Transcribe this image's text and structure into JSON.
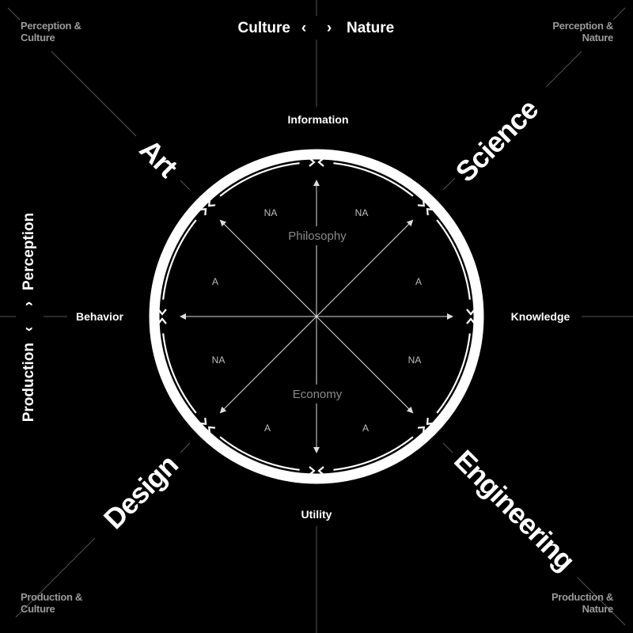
{
  "corners": {
    "top_left": [
      "Perception &",
      "Culture"
    ],
    "top_right": [
      "Perception &",
      "Nature"
    ],
    "bottom_left": [
      "Production &",
      "Culture"
    ],
    "bottom_right": [
      "Production &",
      "Nature"
    ]
  },
  "axes": {
    "top_left_label": "Culture",
    "top_right_label": "Nature",
    "left_top_label": "Perception",
    "left_bottom_label": "Production",
    "chevron_left": "‹",
    "chevron_right": "›"
  },
  "disciplines": {
    "art": "Art",
    "science": "Science",
    "design": "Design",
    "engineering": "Engineering"
  },
  "poles": {
    "top": "Information",
    "right": "Knowledge",
    "bottom": "Utility",
    "left": "Behavior"
  },
  "center": {
    "upper": "Philosophy",
    "lower": "Economy"
  },
  "sectors": [
    "NA",
    "NA",
    "A",
    "A",
    "NA",
    "NA",
    "A",
    "A"
  ],
  "colors": {
    "background": "#000000",
    "foreground": "#ffffff",
    "muted": "#9a9a9a"
  }
}
